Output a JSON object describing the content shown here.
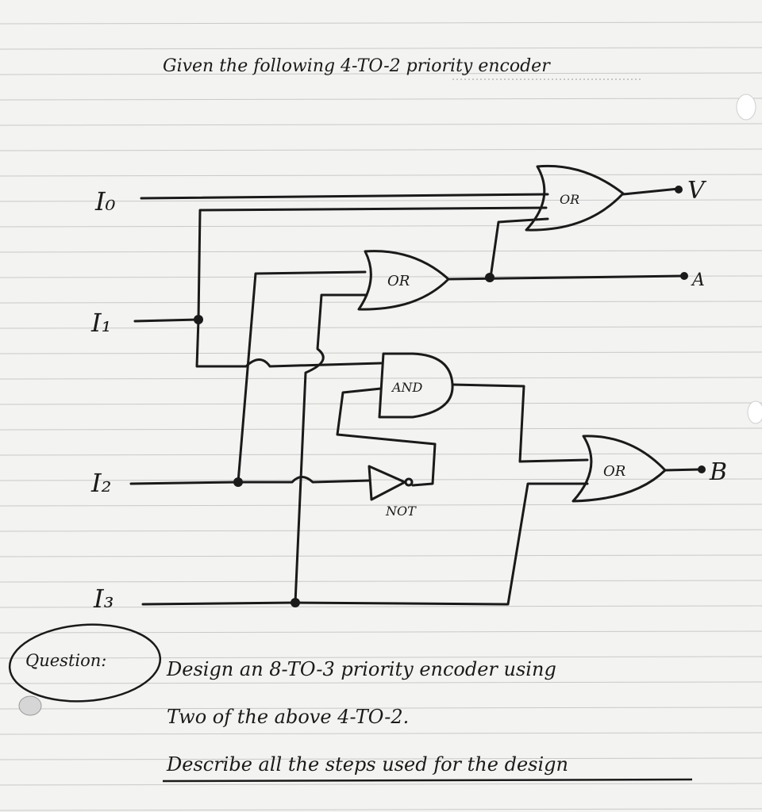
{
  "title": "Given the following 4-TO-2 priority encoder",
  "inputs": {
    "i0": "I₀",
    "i1": "I₁",
    "i2": "I₂",
    "i3": "I₃"
  },
  "outputs": {
    "v": "V",
    "a": "A",
    "b": "B"
  },
  "gates": {
    "or_v": "OR",
    "or_a": "OR",
    "and": "AND",
    "not_label": "NOT",
    "or_b": "OR"
  },
  "question": {
    "tag": "Question:",
    "line1": "Design an 8-TO-3 priority encoder using",
    "line2": "Two of the above 4-TO-2.",
    "line3": "Describe all the steps used for the design"
  },
  "colors": {
    "paper": "#f3f3f1",
    "ink": "#1a1a1a",
    "rule": "#c9c9c9"
  }
}
